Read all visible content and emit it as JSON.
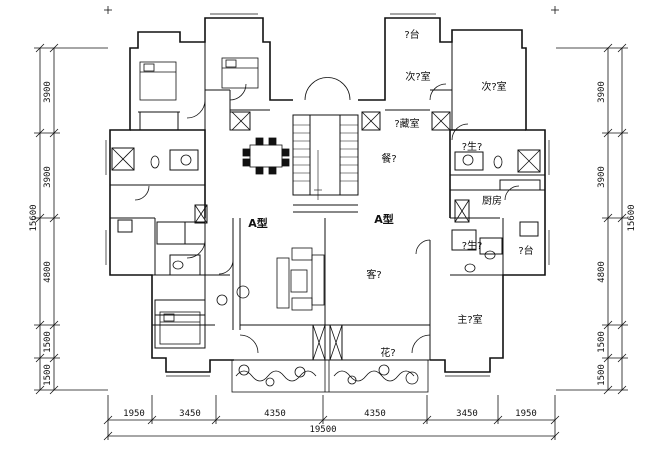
{
  "plan": {
    "left_dims": [
      "3900",
      "3900",
      "4800",
      "1500",
      "1500"
    ],
    "right_dims": [
      "3900",
      "3900",
      "4800",
      "1500",
      "1500"
    ],
    "left_total": "15600",
    "right_total": "15600",
    "bottom_dims": [
      "1950",
      "3450",
      "4350",
      "4350",
      "3450",
      "1950"
    ],
    "bottom_total": "19500",
    "unit_left": "A型",
    "unit_right": "A型",
    "rooms": {
      "balcony_top": "?台",
      "second_bedroom_1": "次?室",
      "second_bedroom_2": "次?室",
      "storage": "?藏室",
      "dining": "餐?",
      "bathroom_right": "?生?",
      "kitchen": "厨房",
      "bathroom_right_2": "?生?",
      "balcony_right": "?台",
      "living": "客?",
      "master_bedroom": "主?室",
      "garden": "花?"
    }
  }
}
